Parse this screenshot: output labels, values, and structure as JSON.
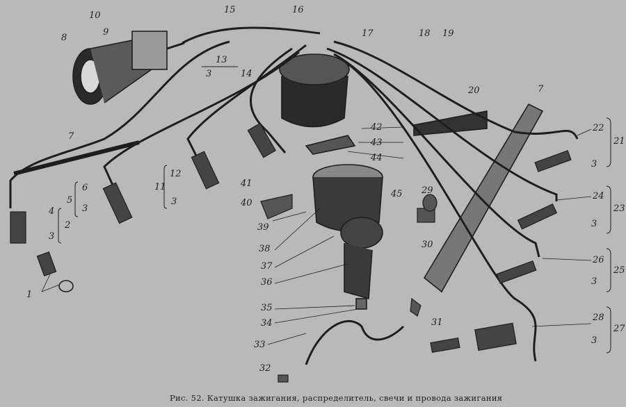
{
  "caption": "Рис. 52. Катушка зажигания, распределитель, свечи и провода зажигания",
  "colors": {
    "background": "#b9b9b9",
    "ink": "#1e1e1e"
  },
  "labels": {
    "l1": "1",
    "l2": "2",
    "l3": "3",
    "l4": "4",
    "l5": "5",
    "l6": "6",
    "l7": "7",
    "l8": "8",
    "l9": "9",
    "l10": "10",
    "l11": "11",
    "l12": "12",
    "l13": "13",
    "l14": "14",
    "l15": "15",
    "l16": "16",
    "l17": "17",
    "l18": "18",
    "l19": "19",
    "l20": "20",
    "l21": "21",
    "l22": "22",
    "l23": "23",
    "l24": "24",
    "l25": "25",
    "l26": "26",
    "l27": "27",
    "l28": "28",
    "l29": "29",
    "l30": "30",
    "l31": "31",
    "l32": "32",
    "l33": "33",
    "l34": "34",
    "l35": "35",
    "l36": "36",
    "l37": "37",
    "l38": "38",
    "l39": "39",
    "l40": "40",
    "l41": "41",
    "l42": "42",
    "l43": "43",
    "l44": "44",
    "l45": "45"
  }
}
